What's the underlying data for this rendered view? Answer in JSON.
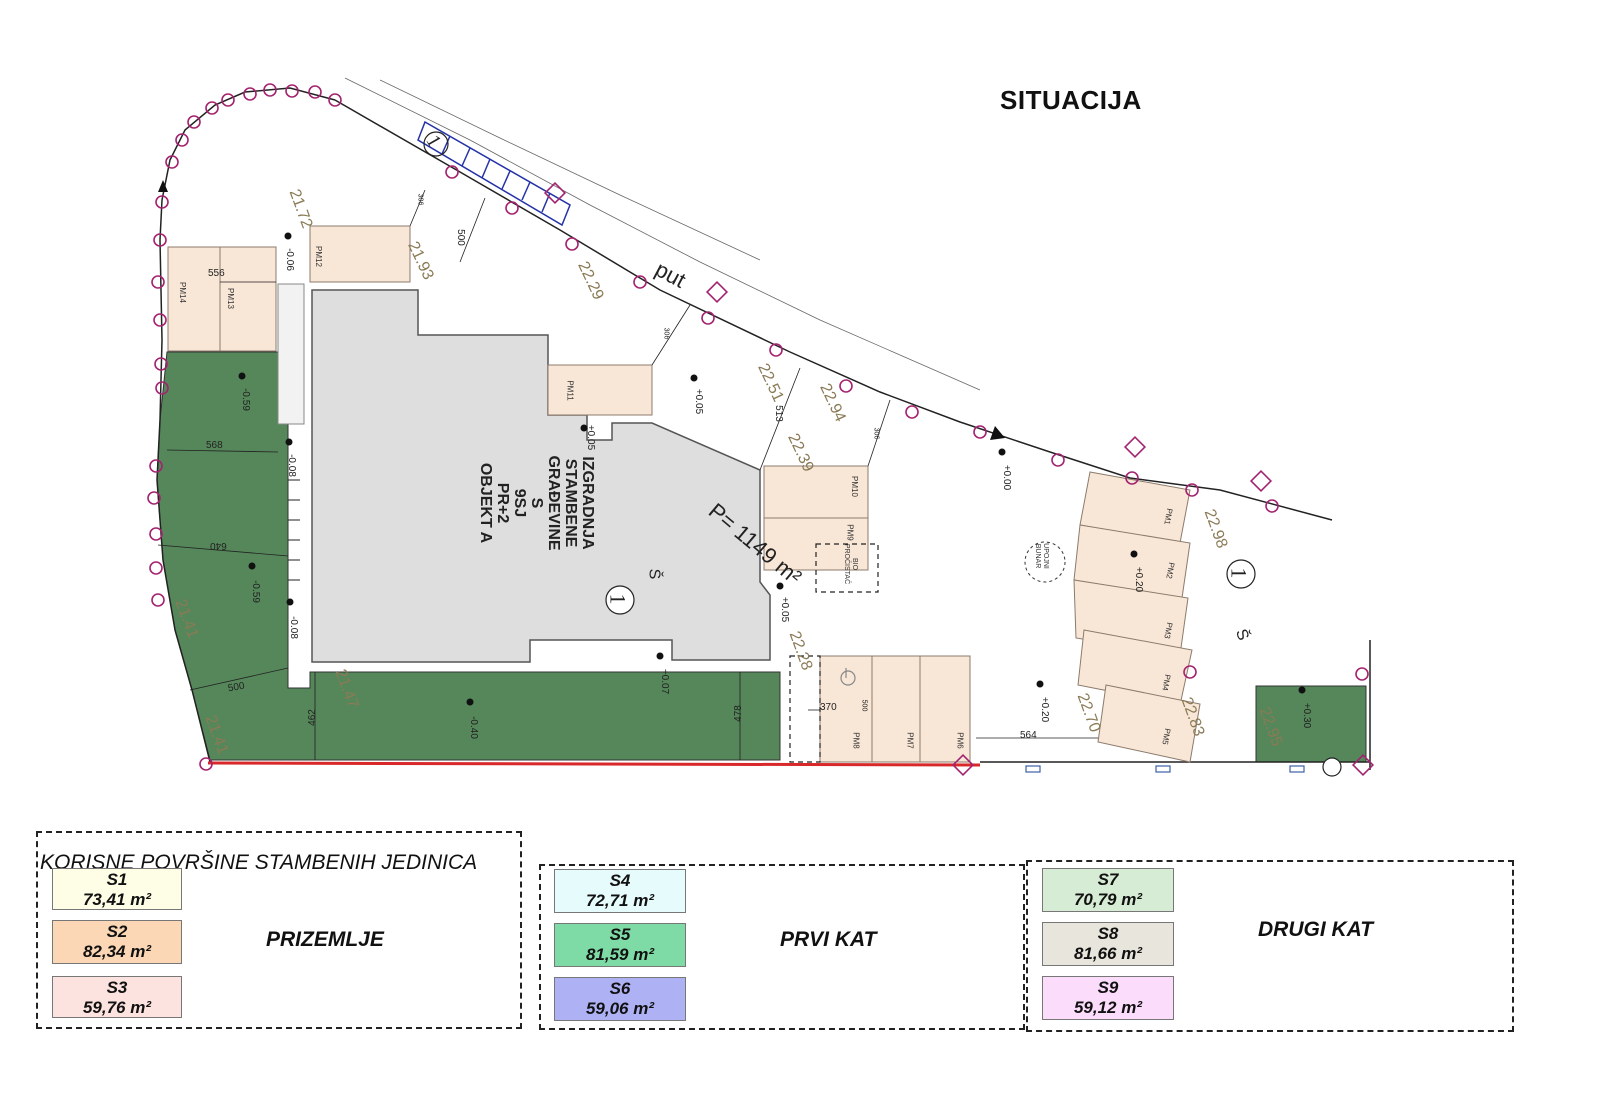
{
  "title": "SITUACIJA",
  "building": {
    "lines": [
      "IZGRADNJA",
      "STAMBENE",
      "GRAĐEVINE S",
      "9SJ",
      "PR+2",
      "OBJEKT A"
    ],
    "symbol": "1",
    "symbol_sub": "Š"
  },
  "area_label": "P= 1149 m²",
  "road_label": "put",
  "well_label": [
    "UPOJNI",
    "BUNAR"
  ],
  "tank_label": [
    "BIO",
    "PROČISTAČ"
  ],
  "parking_labels": [
    "PM1",
    "PM2",
    "PM3",
    "PM4",
    "PM5",
    "PM6",
    "PM7",
    "PM8",
    "PM9",
    "PM10",
    "PM11",
    "PM12",
    "PM13",
    "PM14"
  ],
  "elevations": [
    "21.72",
    "21.93",
    "22.29",
    "22.51",
    "22.94",
    "22.39",
    "22.28",
    "22.98",
    "22.70",
    "22.83",
    "22.95",
    "21.41",
    "21.47",
    "21.41"
  ],
  "levels": [
    "-0.06",
    "-0.59",
    "-0.08",
    "-0.59",
    "-0.08",
    "+0.05",
    "+0.05",
    "+0.05",
    "+0.00",
    "+0.20",
    "+0.07",
    "-0.40",
    "+0.20",
    "+0.30"
  ],
  "dimensions": [
    "556",
    "568",
    "640",
    "500",
    "462",
    "478",
    "370",
    "564",
    "500",
    "306",
    "306",
    "513",
    "306",
    "500"
  ],
  "legend": {
    "heading": "KORISNE POVRŠINE STAMBENIH JEDINICA",
    "groups": [
      {
        "floor": "PRIZEMLJE",
        "units": [
          {
            "name": "S1",
            "area": "73,41 m²",
            "color": "#fefde6"
          },
          {
            "name": "S2",
            "area": "82,34 m²",
            "color": "#fbd7b5"
          },
          {
            "name": "S3",
            "area": "59,76 m²",
            "color": "#fde3e0"
          }
        ]
      },
      {
        "floor": "PRVI KAT",
        "units": [
          {
            "name": "S4",
            "area": "72,71 m²",
            "color": "#e6fbfc"
          },
          {
            "name": "S5",
            "area": "81,59 m²",
            "color": "#7fdba5"
          },
          {
            "name": "S6",
            "area": "59,06 m²",
            "color": "#aeb2f4"
          }
        ]
      },
      {
        "floor": "DRUGI KAT",
        "units": [
          {
            "name": "S7",
            "area": "70,79 m²",
            "color": "#d7ecd4"
          },
          {
            "name": "S8",
            "area": "81,66 m²",
            "color": "#e8e6dc"
          },
          {
            "name": "S9",
            "area": "59,12 m²",
            "color": "#fcdcfb"
          }
        ]
      }
    ]
  },
  "colors": {
    "green_area": "#55875a",
    "parking": "#f8e6d6",
    "building": "#dedede",
    "boundary_marker": "#a42370",
    "elevation_text": "#8a7a55",
    "red_line": "#d9282a"
  }
}
